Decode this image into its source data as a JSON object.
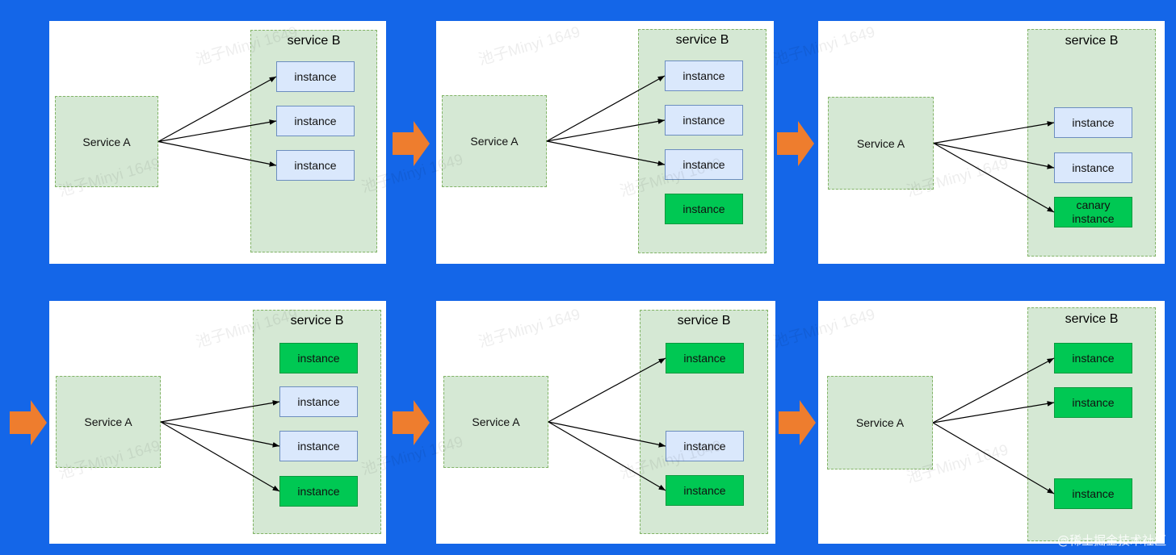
{
  "labels": {
    "service_a": "Service A",
    "service_b": "service B",
    "instance": "instance",
    "canary_instance": "canary\ninstance"
  },
  "watermark": "池子Minyi 1649",
  "site_mark": "@稀土掘金技术社区",
  "colors": {
    "background": "#1466e8",
    "service_box": "#d5e8d4",
    "old_instance": "#dae8fc",
    "new_instance": "#00c853",
    "next_arrow": "#ee7d2e"
  },
  "stages": [
    {
      "name": "stage-1",
      "instances": [
        {
          "kind": "old",
          "label": "instance",
          "connected": true
        },
        {
          "kind": "old",
          "label": "instance",
          "connected": true
        },
        {
          "kind": "old",
          "label": "instance",
          "connected": true
        }
      ]
    },
    {
      "name": "stage-2",
      "instances": [
        {
          "kind": "old",
          "label": "instance",
          "connected": true
        },
        {
          "kind": "old",
          "label": "instance",
          "connected": true
        },
        {
          "kind": "old",
          "label": "instance",
          "connected": true
        },
        {
          "kind": "new",
          "label": "instance",
          "connected": false
        }
      ]
    },
    {
      "name": "stage-3",
      "instances": [
        {
          "kind": "old",
          "label": "instance",
          "connected": true
        },
        {
          "kind": "old",
          "label": "instance",
          "connected": true
        },
        {
          "kind": "new",
          "label": "canary\ninstance",
          "connected": true
        }
      ]
    },
    {
      "name": "stage-4",
      "instances": [
        {
          "kind": "new",
          "label": "instance",
          "connected": false
        },
        {
          "kind": "old",
          "label": "instance",
          "connected": true
        },
        {
          "kind": "old",
          "label": "instance",
          "connected": true
        },
        {
          "kind": "new",
          "label": "instance",
          "connected": true
        }
      ]
    },
    {
      "name": "stage-5",
      "instances": [
        {
          "kind": "new",
          "label": "instance",
          "connected": true
        },
        {
          "kind": "old",
          "label": "instance",
          "connected": true
        },
        {
          "kind": "new",
          "label": "instance",
          "connected": true
        }
      ]
    },
    {
      "name": "stage-6",
      "instances": [
        {
          "kind": "new",
          "label": "instance",
          "connected": true
        },
        {
          "kind": "new",
          "label": "instance",
          "connected": true
        },
        {
          "kind": "new",
          "label": "instance",
          "connected": true
        }
      ]
    }
  ]
}
